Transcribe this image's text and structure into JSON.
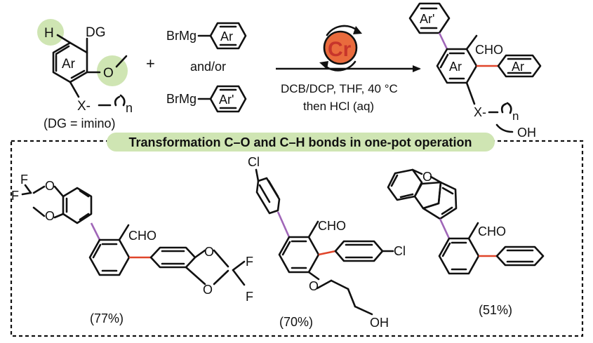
{
  "colors": {
    "highlight_green": "#cfe5b3",
    "purple_bond": "#a066b8",
    "red_bond": "#e0452a",
    "cr_orange": "#e96b3d",
    "cr_red": "#c7352b"
  },
  "reactant": {
    "h_label": "H",
    "dg_label": "DG",
    "o_label": "O",
    "ar_label": "Ar",
    "x_label": "X-",
    "n_label": "n",
    "dg_note": "(DG = imino)"
  },
  "plus": "+",
  "grignard": {
    "reagent1": "BrMg",
    "ring1": "Ar",
    "andor": "and/or",
    "reagent2": "BrMg",
    "ring2": "Ar'"
  },
  "catalyst": {
    "metal": "Cr",
    "conditions_line1": "DCB/DCP, THF, 40 °C",
    "conditions_line2": "then HCl (aq)"
  },
  "product": {
    "top_ring": "Ar'",
    "cho": "CHO",
    "center_ring": "Ar",
    "right_ring": "Ar",
    "x_label": "X-",
    "n_label": "n",
    "oh_label": "OH"
  },
  "banner": "Transformation C–O and C–H bonds in one-pot operation",
  "examples": [
    {
      "yield": "(77%)",
      "cho": "CHO",
      "f1": "F",
      "f2": "F",
      "o1": "O",
      "o2": "O",
      "f3": "F",
      "f4": "F",
      "o3": "O",
      "o4": "O"
    },
    {
      "yield": "(70%)",
      "cho": "CHO",
      "cl1": "Cl",
      "cl2": "Cl",
      "o": "O",
      "oh": "OH"
    },
    {
      "yield": "(51%)",
      "cho": "CHO",
      "o": "O"
    }
  ]
}
